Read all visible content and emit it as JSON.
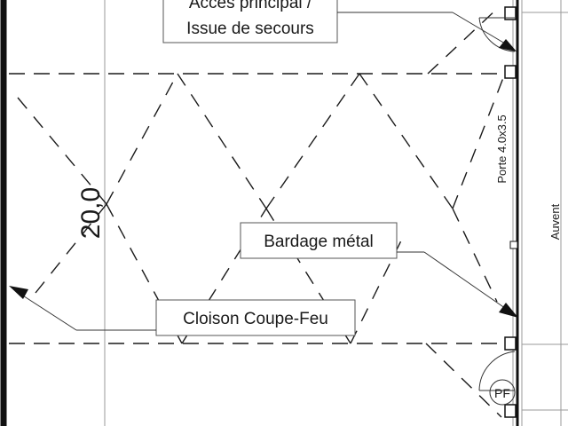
{
  "plan": {
    "dimension": "20,0",
    "callouts": {
      "main_access_line1": "Accès principal /",
      "main_access_line2": "Issue de secours",
      "metal_cladding": "Bardage métal",
      "fire_wall": "Cloison Coupe-Feu"
    },
    "door_label": "Porte 4.0x3.5",
    "canopy_label": "Auvent",
    "pf_label": "PF"
  }
}
